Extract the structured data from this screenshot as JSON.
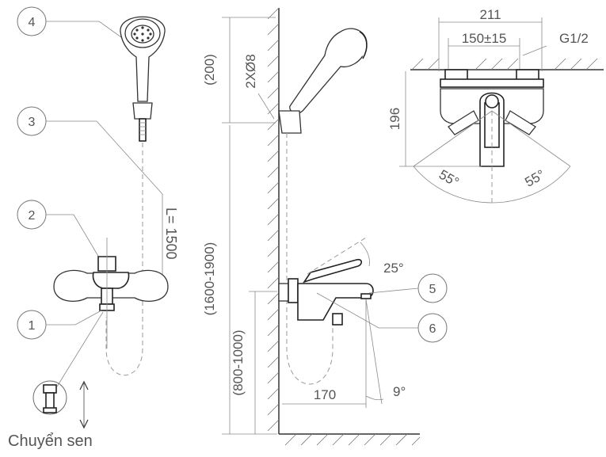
{
  "callouts": [
    "1",
    "2",
    "3",
    "4",
    "5",
    "6"
  ],
  "hose_length_label": "L= 1500",
  "caption": "Chuyển sen",
  "side_view": {
    "label_200": "(200)",
    "label_holes": "2XØ8",
    "label_1600_1900": "(1600-1900)",
    "label_800_1000": "(800-1000)",
    "label_170": "170",
    "label_25deg": "25°",
    "label_9deg": "9°"
  },
  "top_view": {
    "label_211": "211",
    "label_150": "150±15",
    "label_thread": "G1/2",
    "label_196": "196",
    "label_55_left": "55°",
    "label_55_right": "55°"
  }
}
